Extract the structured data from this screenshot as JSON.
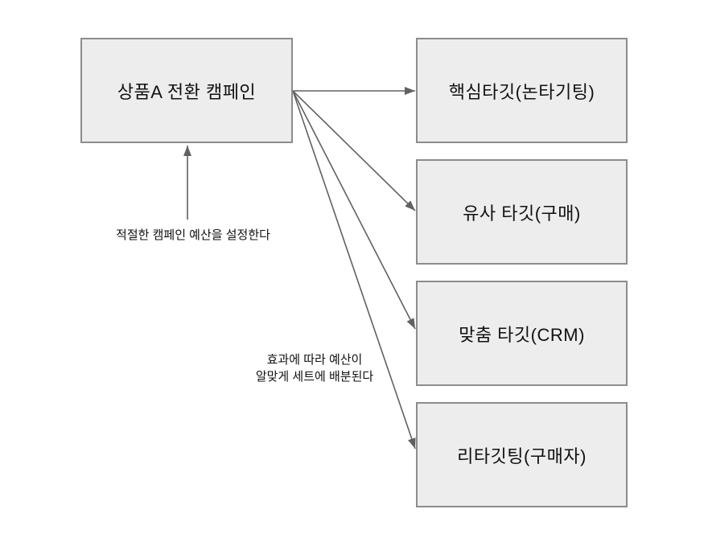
{
  "diagram": {
    "source": {
      "label": "상품A 전환 캠페인"
    },
    "targets": [
      {
        "label": "핵심타깃(논타기팅)"
      },
      {
        "label": "유사 타깃(구매)"
      },
      {
        "label": "맞춤 타깃(CRM)"
      },
      {
        "label": "리타깃팅(구매자)"
      }
    ],
    "annotations": {
      "budget_note": "적절한 캠페인 예산을 설정한다",
      "allocation_note_line1": "효과에 따라 예산이",
      "allocation_note_line2": "알맞게 세트에 배분된다"
    },
    "colors": {
      "background": "#ffffff",
      "box_fill": "#ededed",
      "box_border": "#8c8c8c",
      "arrow": "#616161",
      "text": "#111111"
    }
  }
}
